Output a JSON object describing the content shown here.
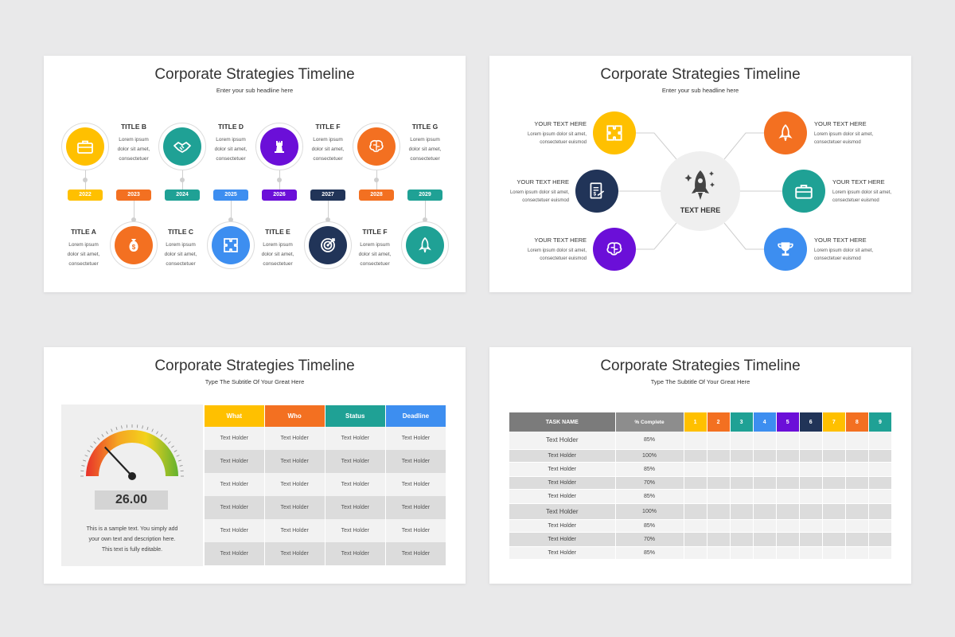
{
  "colors": {
    "yellow": "#ffc000",
    "orange": "#f37021",
    "teal": "#1fa195",
    "blue": "#3d8ef0",
    "purple": "#6b0fd8",
    "navy": "#213458",
    "grey": "#7b7b7b"
  },
  "slide1": {
    "title": "Corporate Strategies Timeline",
    "subtitle": "Enter your sub headline here",
    "top_items": [
      {
        "title": "TITLE B",
        "body1": "Lorem ipsum",
        "body2": "dolor sit amet,",
        "body3": "consectetuer",
        "icon": "briefcase-icon",
        "color": "#ffc000",
        "year": "2022"
      },
      {
        "title": "TITLE D",
        "body1": "Lorem ipsum",
        "body2": "dolor sit amet,",
        "body3": "consectetuer",
        "icon": "handshake-icon",
        "color": "#1fa195",
        "year": "2024"
      },
      {
        "title": "TITLE F",
        "body1": "Lorem ipsum",
        "body2": "dolor sit amet,",
        "body3": "consectetuer",
        "icon": "chess-icon",
        "color": "#6b0fd8",
        "year": "2026"
      },
      {
        "title": "TITLE G",
        "body1": "Lorem ipsum",
        "body2": "dolor sit amet,",
        "body3": "consectetuer",
        "icon": "brain-icon",
        "color": "#f37021",
        "year": "2028"
      }
    ],
    "bottom_items": [
      {
        "title": "TITLE A",
        "body1": "Lorem ipsum",
        "body2": "dolor sit amet,",
        "body3": "consectetuer",
        "icon": "money-bag-icon",
        "color": "#f37021",
        "year": "2023"
      },
      {
        "title": "TITLE C",
        "body1": "Lorem ipsum",
        "body2": "dolor sit amet,",
        "body3": "consectetuer",
        "icon": "puzzle-icon",
        "color": "#3d8ef0",
        "year": "2025"
      },
      {
        "title": "TITLE E",
        "body1": "Lorem ipsum",
        "body2": "dolor sit amet,",
        "body3": "consectetuer",
        "icon": "target-icon",
        "color": "#213458",
        "year": "2027"
      },
      {
        "title": "TITLE F",
        "body1": "Lorem ipsum",
        "body2": "dolor sit amet,",
        "body3": "consectetuer",
        "icon": "rocket-icon",
        "color": "#1fa195",
        "year": "2029"
      }
    ]
  },
  "slide2": {
    "title": "Corporate Strategies Timeline",
    "subtitle": "Enter your sub headline here",
    "center_label": "TEXT HERE",
    "left_items": [
      {
        "title": "YOUR TEXT HERE",
        "body1": "Lorem ipsum dolor sit amet,",
        "body2": "consectetuer euismod",
        "icon": "puzzle-icon",
        "color": "#ffc000"
      },
      {
        "title": "YOUR TEXT HERE",
        "body1": "Lorem ipsum dolor sit amet,",
        "body2": "consectetuer euismod",
        "icon": "contract-icon",
        "color": "#213458"
      },
      {
        "title": "YOUR TEXT HERE",
        "body1": "Lorem ipsum dolor sit amet,",
        "body2": "consectetuer euismod",
        "icon": "brain-icon",
        "color": "#6b0fd8"
      }
    ],
    "right_items": [
      {
        "title": "YOUR TEXT HERE",
        "body1": "Lorem ipsum dolor sit amet,",
        "body2": "consectetuer euismod",
        "icon": "rocket-icon",
        "color": "#f37021"
      },
      {
        "title": "YOUR TEXT HERE",
        "body1": "Lorem ipsum dolor sit amet,",
        "body2": "consectetuer euismod",
        "icon": "briefcase-icon",
        "color": "#1fa195"
      },
      {
        "title": "YOUR TEXT HERE",
        "body1": "Lorem ipsum dolor sit amet,",
        "body2": "consectetuer euismod",
        "icon": "trophy-icon",
        "color": "#3d8ef0"
      }
    ]
  },
  "slide3": {
    "title": "Corporate Strategies Timeline",
    "subtitle": "Type The Subtitle Of Your Great Here",
    "gauge": {
      "value_text": "26.00",
      "value_fraction": 0.26,
      "desc1": "This is a sample text. You simply add",
      "desc2": "your own text and description here.",
      "desc3": "This text is fully editable."
    },
    "table": {
      "headers": [
        "What",
        "Who",
        "Status",
        "Deadline"
      ],
      "header_colors": [
        "#ffc000",
        "#f37021",
        "#1fa195",
        "#3d8ef0"
      ],
      "rows": [
        [
          "Text Holder",
          "Text Holder",
          "Text Holder",
          "Text Holder"
        ],
        [
          "Text Holder",
          "Text Holder",
          "Text Holder",
          "Text Holder"
        ],
        [
          "Text Holder",
          "Text Holder",
          "Text Holder",
          "Text Holder"
        ],
        [
          "Text Holder",
          "Text Holder",
          "Text Holder",
          "Text Holder"
        ],
        [
          "Text Holder",
          "Text Holder",
          "Text Holder",
          "Text Holder"
        ],
        [
          "Text Holder",
          "Text Holder",
          "Text Holder",
          "Text Holder"
        ]
      ]
    }
  },
  "slide4": {
    "title": "Corporate Strategies Timeline",
    "subtitle": "Type The Subtitle Of Your Great Here",
    "table": {
      "task_header": "TASK NAME",
      "pct_header": "% Complete",
      "num_headers": [
        "1",
        "2",
        "3",
        "4",
        "5",
        "6",
        "7",
        "8",
        "9"
      ],
      "num_colors": [
        "#ffc000",
        "#f37021",
        "#1fa195",
        "#3d8ef0",
        "#6b0fd8",
        "#213458",
        "#ffc000",
        "#f37021",
        "#1fa195"
      ],
      "rows": [
        {
          "task": "Text Holder",
          "pct": "85%"
        },
        {
          "task": "Text Holder",
          "pct": "100%"
        },
        {
          "task": "Text Holder",
          "pct": "85%"
        },
        {
          "task": "Text Holder",
          "pct": "70%"
        },
        {
          "task": "Text Holder",
          "pct": "85%"
        },
        {
          "task": "Text Holder",
          "pct": "100%"
        },
        {
          "task": "Text Holder",
          "pct": "85%"
        },
        {
          "task": "Text Holder",
          "pct": "70%"
        },
        {
          "task": "Text Holder",
          "pct": "85%"
        }
      ]
    }
  }
}
